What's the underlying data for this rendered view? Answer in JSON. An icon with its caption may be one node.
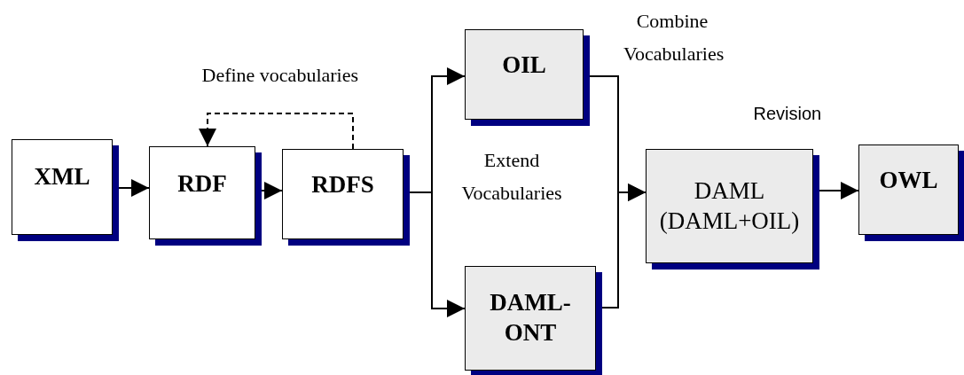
{
  "diagram": {
    "nodes": [
      {
        "text": [
          "XML"
        ]
      },
      {
        "text": [
          "RDF"
        ]
      },
      {
        "text": [
          "RDFS"
        ]
      },
      {
        "text": [
          "OIL"
        ]
      },
      {
        "text": [
          "DAML- ONT"
        ]
      },
      {
        "text": [
          "DAML (DAML+OIL)"
        ]
      },
      {
        "text": [
          "OWL"
        ]
      }
    ],
    "edges": [
      {
        "from": 0,
        "to": 1,
        "arrow": "to"
      },
      {
        "from": 1,
        "to": 2,
        "arrow": "to"
      },
      {
        "from": 2,
        "to": 1,
        "arrow": "to",
        "style": "dashed",
        "label": "Define vocabularies"
      },
      {
        "from": 2,
        "to": 3,
        "arrow": "to"
      },
      {
        "from": 2,
        "to": 4,
        "arrow": "to"
      },
      {
        "from": 3,
        "to": 5,
        "arrow": "to"
      },
      {
        "from": 4,
        "to": 5,
        "arrow": "to"
      },
      {
        "from": 5,
        "to": 6,
        "arrow": "to"
      }
    ],
    "labels": [
      "Combine Vocabularies",
      "Extend Vocabularies",
      "Revision"
    ]
  }
}
